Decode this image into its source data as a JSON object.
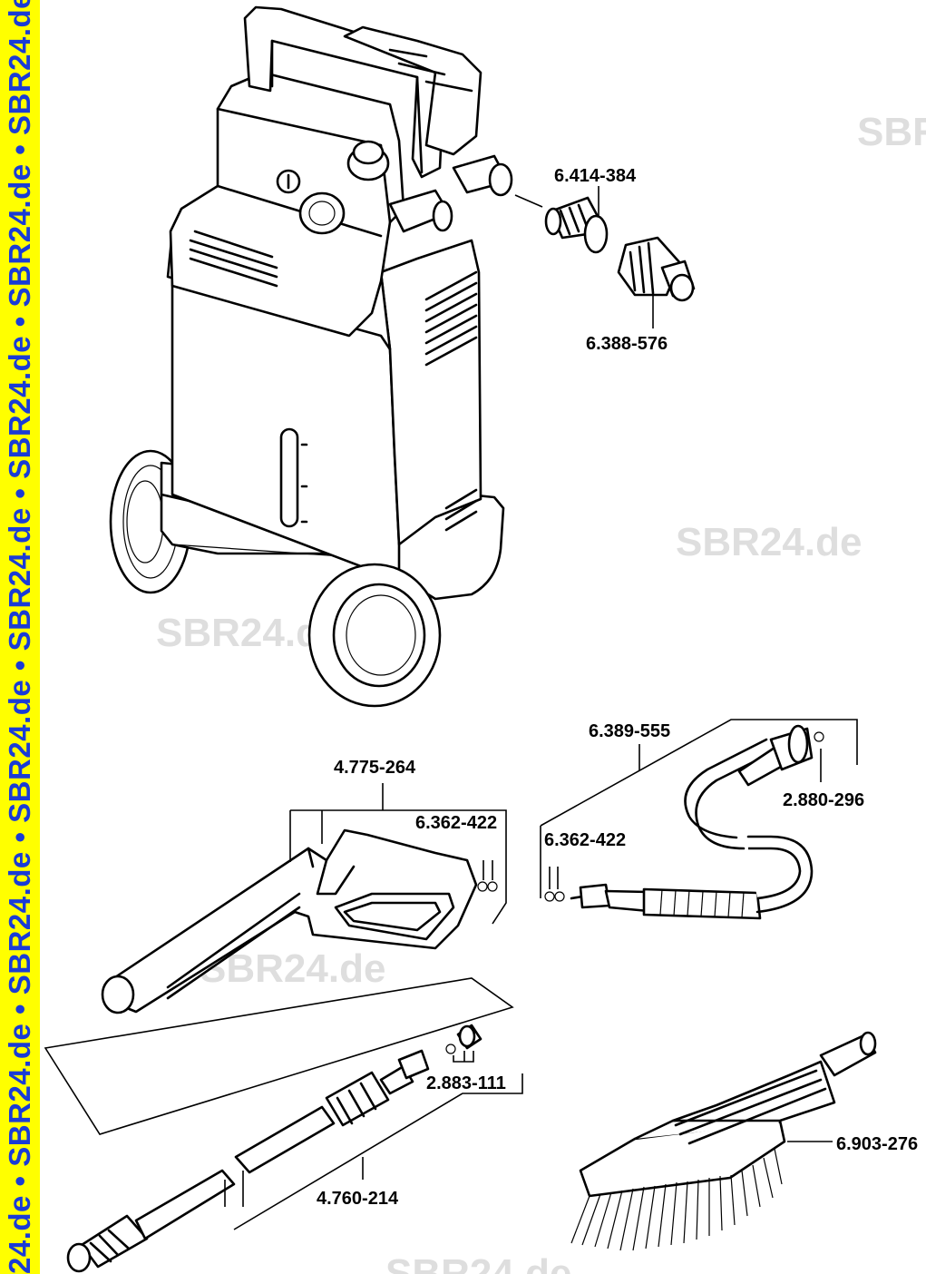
{
  "sidebar": {
    "text": "24.de • SBR24.de • SBR24.de • SBR24.de • SBR24.de • SBR24.de • SBR24.de • SBR24.de • SBR",
    "background": "#ffff00",
    "text_color": "#1a3bd6"
  },
  "watermark": {
    "text": "SBR24.de",
    "color": "#dedede"
  },
  "parts": {
    "filter": "6.414-384",
    "coupling": "6.388-576",
    "hose": "6.389-555",
    "hose_oring": "2.880-296",
    "gun": "4.775-264",
    "gun_seals": "6.362-422",
    "hose_seals": "6.362-422",
    "lance": "4.760-214",
    "nozzle": "2.883-111",
    "brush": "6.903-276"
  }
}
